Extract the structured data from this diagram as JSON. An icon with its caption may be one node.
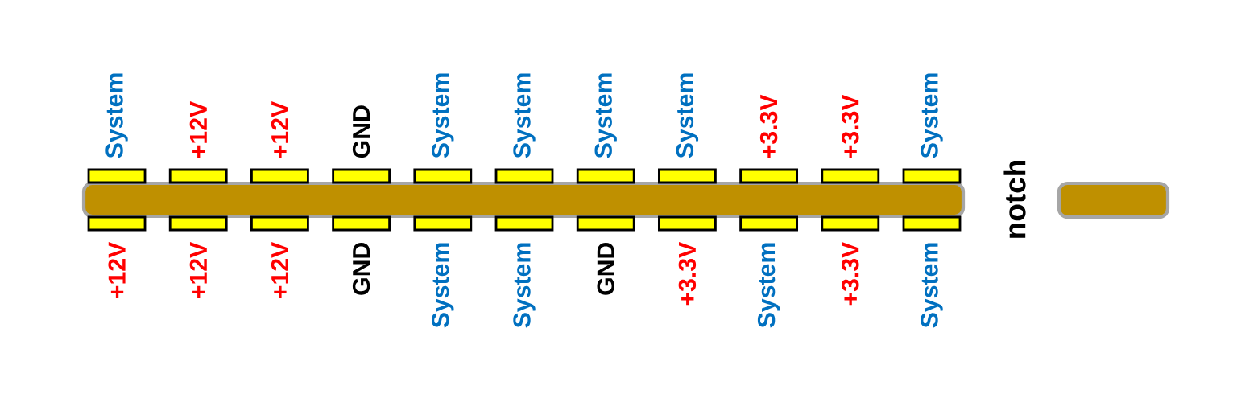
{
  "diagram": {
    "labels": [
      "System",
      "+12V",
      "+12V",
      "GND",
      "System",
      "System",
      "System",
      "System",
      "+3.3V",
      "+3.3V",
      "System",
      "+12V",
      "+12V",
      "+12V",
      "GND",
      "System",
      "System",
      "GND",
      "+3.3V",
      "System",
      "+3.3V",
      "System",
      "notch"
    ]
  }
}
